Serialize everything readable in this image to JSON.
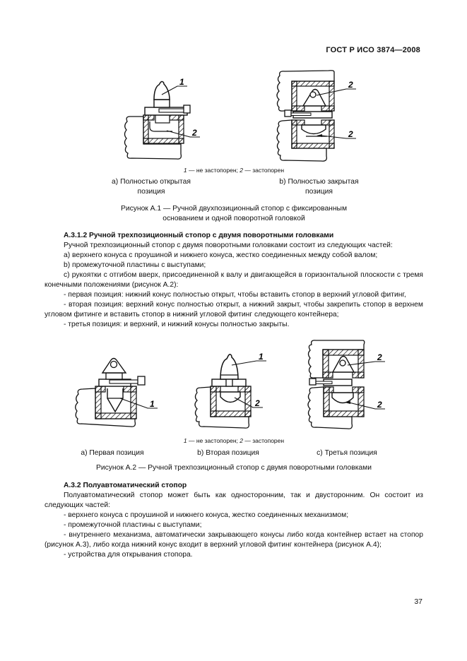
{
  "header": {
    "title": "ГОСТ Р ИСО 3874—2008"
  },
  "page": {
    "number": "37"
  },
  "figure_a1": {
    "callouts_open": [
      "1",
      "2"
    ],
    "callouts_closed": [
      "2",
      "2"
    ],
    "legend": {
      "num1": "1",
      "text1": " — не застопорен; ",
      "num2": "2",
      "text2": " — застопорен"
    },
    "caption_open_line1": "a) Полностью открытая",
    "caption_open_line2": "позиция",
    "caption_closed_line1": "b) Полностью закрытая",
    "caption_closed_line2": "позиция",
    "title_line1": "Рисунок А.1 — Ручной двухпозиционный стопор с фиксированным",
    "title_line2": "основанием и одной поворотной головкой"
  },
  "section_a312": {
    "heading": "А.3.1.2 Ручной трехпозиционный стопор с двумя поворотными головками",
    "paragraphs": [
      "Ручной трехпозиционный стопор с двумя поворотными головками состоит из следующих частей:",
      "a) верхнего конуса с проушиной и нижнего конуса, жестко соединенных между собой валом;",
      "b) промежуточной пластины с выступами;",
      "c) рукоятки с отгибом вверх, присоединенной к валу и двигающейся в горизонтальной плоскости с тремя конечными положениями (рисунок А.2):",
      "- первая позиция: нижний конус полностью открыт, чтобы вставить стопор в верхний угловой фитинг,",
      "- вторая позиция: верхний конус полностью открыт, а нижний закрыт, чтобы закрепить стопор в верхнем угловом фитинге и вставить стопор в нижний угловой фитинг следующего контейнера;",
      "- третья позиция: и верхний, и нижний конусы полностью закрыты."
    ]
  },
  "figure_a2": {
    "callouts_first": [
      "1"
    ],
    "callouts_second": [
      "1",
      "2"
    ],
    "callouts_third": [
      "2",
      "2"
    ],
    "legend": {
      "num1": "1",
      "text1": " — не застопорен; ",
      "num2": "2",
      "text2": " — застопорен"
    },
    "caption_first": "a) Первая позиция",
    "caption_second": "b) Вторая позиция",
    "caption_third": "c) Третья позиция",
    "title": "Рисунок А.2 — Ручной трехпозиционный стопор с двумя поворотными головками"
  },
  "section_a32": {
    "heading": "А.3.2 Полуавтоматический стопор",
    "paragraphs": [
      "Полуавтоматический стопор может быть как односторонним, так и двусторонним. Он состоит из следующих частей:",
      "- верхнего конуса с проушиной и нижнего конуса, жестко соединенных механизмом;",
      "- промежуточной пластины с выступами;",
      "- внутреннего механизма, автоматически закрывающего конусы либо когда контейнер встает на стопор (рисунок А.3), либо когда нижний конус входит в верхний угловой фитинг контейнера (рисунок А.4);",
      "- устройства для открывания стопора."
    ]
  }
}
